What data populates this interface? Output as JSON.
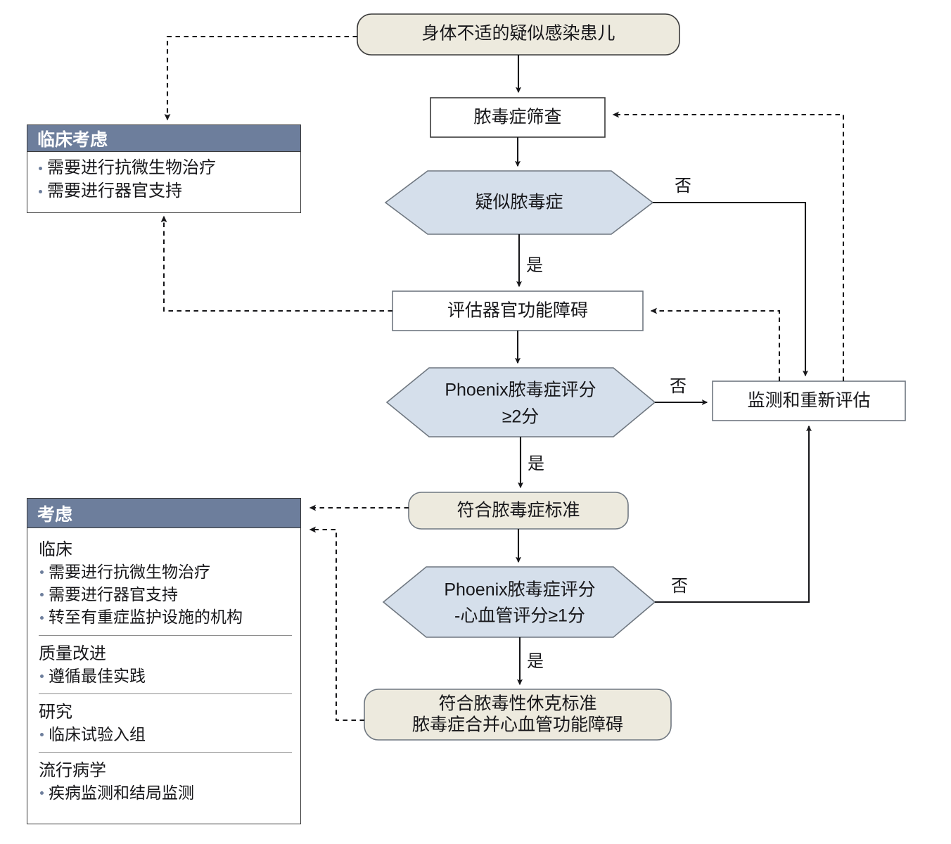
{
  "diagram": {
    "title": "Phoenix Sepsis Criteria Flowchart",
    "colors": {
      "terminal_fill": "#edeade",
      "decision_fill": "#d5dfeb",
      "panel_header": "#6d7e9c",
      "process_fill": "#ffffff",
      "stroke": "#3a3a3a",
      "text": "#17171a"
    },
    "nodes": {
      "unwell_child": "身体不适的疑似感染患儿",
      "sepsis_screen": "脓毒症筛查",
      "suspected_sepsis": "疑似脓毒症",
      "assess_organ": "评估器官功能障碍",
      "phoenix_score_line1": "Phoenix脓毒症评分",
      "phoenix_score_line2": "≥2分",
      "monitor_reassess": "监测和重新评估",
      "meets_sepsis": "符合脓毒症标准",
      "phoenix_cardio_line1": "Phoenix脓毒症评分",
      "phoenix_cardio_line2": "-心血管评分≥1分",
      "septic_shock_line1": "符合脓毒性休克标准",
      "septic_shock_line2": "脓毒症合并心血管功能障碍"
    },
    "edge_labels": {
      "no_1": "否",
      "yes_1": "是",
      "no_2": "否",
      "yes_2": "是",
      "no_3": "否",
      "yes_3": "是"
    },
    "clinical_panel": {
      "header": "临床考虑",
      "items": [
        "需要进行抗微生物治疗",
        "需要进行器官支持"
      ]
    },
    "considerations_panel": {
      "header": "考虑",
      "sections": [
        {
          "heading": "临床",
          "items": [
            "需要进行抗微生物治疗",
            "需要进行器官支持",
            "转至有重症监护设施的机构"
          ]
        },
        {
          "heading": "质量改进",
          "items": [
            "遵循最佳实践"
          ]
        },
        {
          "heading": "研究",
          "items": [
            "临床试验入组"
          ]
        },
        {
          "heading": "流行病学",
          "items": [
            "疾病监测和结局监测"
          ]
        }
      ]
    }
  }
}
